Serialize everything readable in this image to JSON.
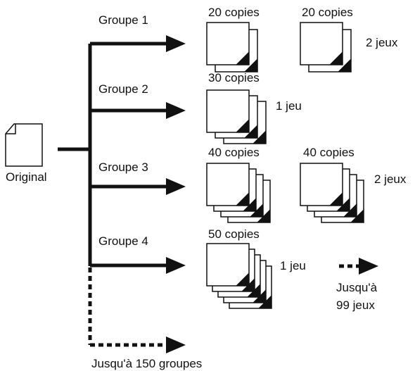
{
  "original_label": "Original",
  "groups": [
    {
      "label": "Groupe 1",
      "copies": [
        "20 copies",
        "20 copies"
      ],
      "sets_label": "2 jeux"
    },
    {
      "label": "Groupe 2",
      "copies": [
        "30 copies"
      ],
      "sets_label": "1 jeu"
    },
    {
      "label": "Groupe 3",
      "copies": [
        "40 copies",
        "40 copies"
      ],
      "sets_label": "2 jeux"
    },
    {
      "label": "Groupe 4",
      "copies": [
        "50 copies"
      ],
      "sets_label": "1 jeu"
    }
  ],
  "max_sets": {
    "line1": "Jusqu'à",
    "line2": "99 jeux"
  },
  "max_groups": "Jusqu'à 150 groupes",
  "colors": {
    "ink": "#111111",
    "paper": "#ffffff"
  },
  "icons": [
    "original-document-icon",
    "copy-stack-icon",
    "arrow-icon"
  ]
}
